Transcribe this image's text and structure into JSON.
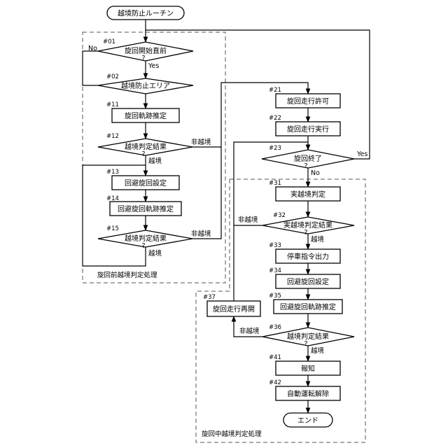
{
  "nodes": {
    "start": "越境防止ルーチン",
    "s01": "旋回開始直前",
    "s02": "越境防止エリア",
    "s11": "旋回軌跡推定",
    "s12": "越境判定結果",
    "s13": "回避旋回設定",
    "s14": "回避旋回軌跡推定",
    "s15": "越境判定結果",
    "s21": "旋回走行許可",
    "s22": "旋回走行実行",
    "s23": "旋回終了",
    "s31": "実越境判定",
    "s32": "実越境判定結果",
    "s33": "停車指令出力",
    "s34": "回避旋回設定",
    "s35": "回避旋回軌跡推定",
    "s36": "越境判定結果",
    "s37": "旋回走行再開",
    "s41": "報知",
    "s42": "自動運転解除",
    "end": "エンド"
  },
  "step_numbers": {
    "s01": "#01",
    "s02": "#02",
    "s11": "#11",
    "s12": "#12",
    "s13": "#13",
    "s14": "#14",
    "s15": "#15",
    "s21": "#21",
    "s22": "#22",
    "s23": "#23",
    "s31": "#31",
    "s32": "#32",
    "s33": "#33",
    "s34": "#34",
    "s35": "#35",
    "s36": "#36",
    "s37": "#37",
    "s41": "#41",
    "s42": "#42"
  },
  "decision_mark": "?",
  "branch_labels": {
    "no": "No",
    "yes": "Yes",
    "hi_ekkyou": "非越境",
    "ekkyou": "越境"
  },
  "groups": {
    "pre_turn": "旋回前越境判定処理",
    "during_turn": "旋回中越境判定処理"
  }
}
